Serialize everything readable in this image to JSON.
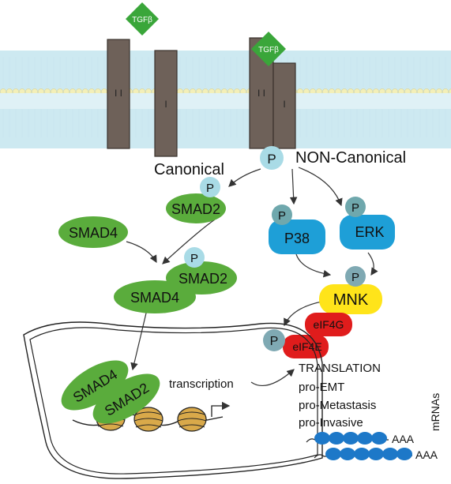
{
  "ligands": {
    "tgfb_free": "TGFβ",
    "tgfb_bound": "TGFβ"
  },
  "receptors": {
    "left_type2": "I I",
    "left_type1": "I",
    "right_type2": "I I",
    "right_type1": "I"
  },
  "pathway_labels": {
    "canonical": "Canonical",
    "non_canonical": "NON-Canonical"
  },
  "phospho": "P",
  "proteins": {
    "smad2": "SMAD2",
    "smad4": "SMAD4",
    "p38": "P38",
    "erk": "ERK",
    "mnk": "MNK",
    "eif4g": "eIF4G",
    "eif4e": "eIF4E"
  },
  "nucleus": {
    "smad4": "SMAD4",
    "smad2": "SMAD2",
    "transcription": "transcription"
  },
  "translation": {
    "title": "TRANSLATION",
    "items": [
      "pro-EMT",
      "pro-Metastasis",
      "pro-Invasive"
    ],
    "mrnas": "mRNAs",
    "polya": "AAA"
  },
  "colors": {
    "membrane_top": "#bfe3ee",
    "membrane_bottom": "#9fd2e2",
    "receptor": "#6e6159",
    "ligand": "#3aa63a",
    "smad": "#5aac3c",
    "phospho": "#a9dbe6",
    "kinase": "#1e9fd7",
    "kinase_phospho": "#6fa8ad",
    "mnk": "#ffe41a",
    "eif": "#e01c1c",
    "eif_phospho": "#7fa9b3",
    "mrna": "#1d78c8",
    "histone": "#d9a94a"
  }
}
